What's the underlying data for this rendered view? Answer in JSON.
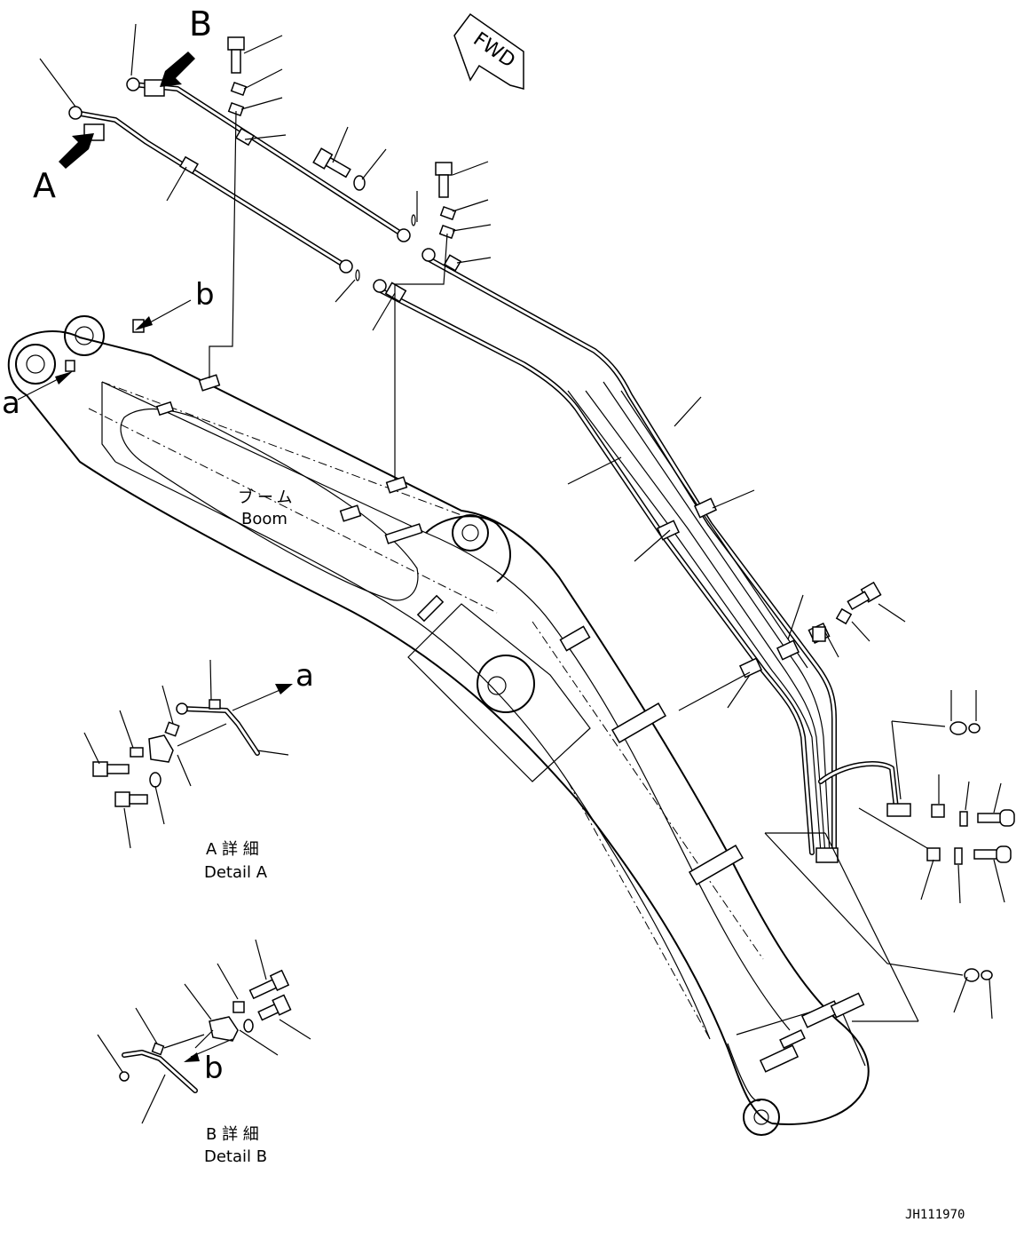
{
  "labels": {
    "view_a": "A",
    "view_b": "B",
    "ref_a": "a",
    "ref_b": "b",
    "ref_a_detail": "a",
    "ref_b_detail": "b",
    "fwd": "FWD",
    "boom_jp": "ブーム",
    "boom_en": "Boom",
    "detail_a_jp": "A 詳 細",
    "detail_a_en": "Detail A",
    "detail_b_jp": "B 詳 細",
    "detail_b_en": "Detail B",
    "drawing_id": "JH111970"
  },
  "icons": {
    "view_arrow": "solid-arrow",
    "forward_marker": "fwd-arrow-block"
  }
}
